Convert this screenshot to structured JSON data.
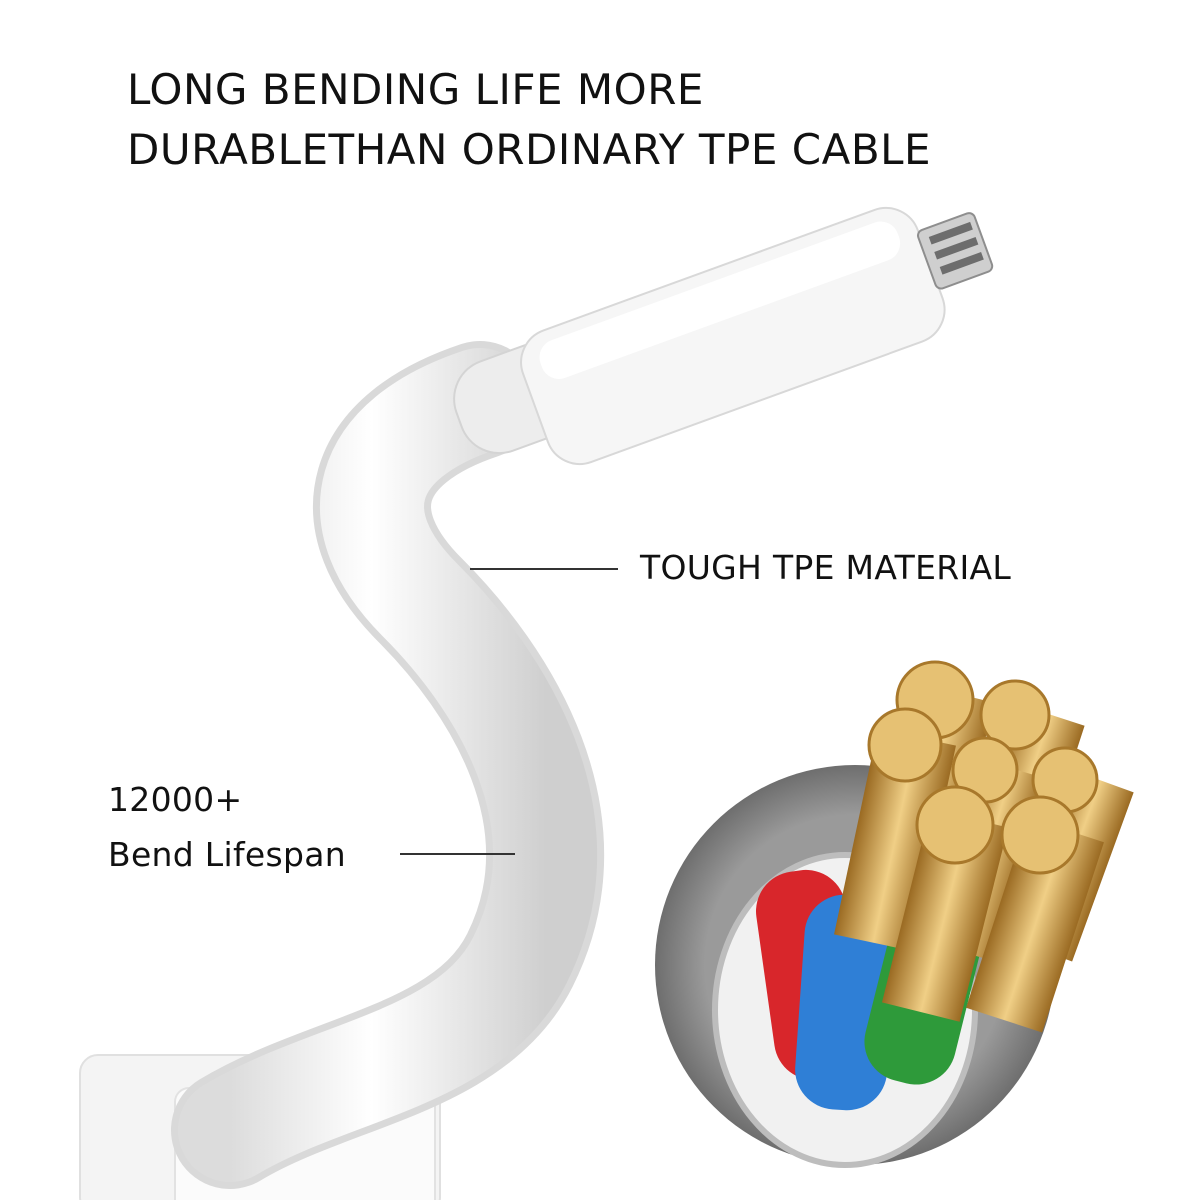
{
  "headline": {
    "line1": "LONG BENDING LIFE MORE",
    "line2": "DURABLETHAN ORDINARY TPE CABLE"
  },
  "callouts": {
    "material": "TOUGH TPE MATERIAL",
    "bend_count": "12000+",
    "bend_label": "Bend Lifespan"
  },
  "colors": {
    "cable_white": "#f2f2f2",
    "wire_red": "#d8262b",
    "wire_blue": "#2f7fd6",
    "wire_green": "#2e9a3a",
    "copper": "#d2a452",
    "sheath_gray": "#8a8a8a"
  }
}
